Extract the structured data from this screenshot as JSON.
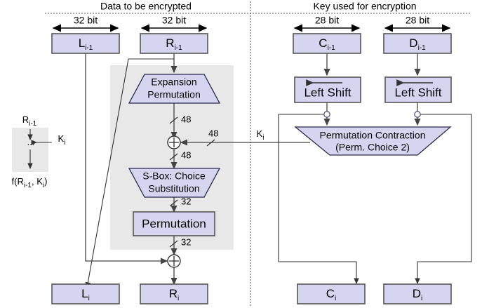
{
  "headers": {
    "left": "Data to be encrypted",
    "right": "Key used for encryption"
  },
  "widths": {
    "l_prev": "32 bit",
    "r_prev": "32 bit",
    "c_prev": "28 bit",
    "d_prev": "28 bit"
  },
  "boxes": {
    "l_prev": {
      "main": "L",
      "sub": "i-1"
    },
    "r_prev": {
      "main": "R",
      "sub": "i-1"
    },
    "c_prev": {
      "main": "C",
      "sub": "i-1"
    },
    "d_prev": {
      "main": "D",
      "sub": "i-1"
    },
    "l_next": {
      "main": "L",
      "sub": "i"
    },
    "r_next": {
      "main": "R",
      "sub": "i"
    },
    "c_next": {
      "main": "C",
      "sub": "i"
    },
    "d_next": {
      "main": "D",
      "sub": "i"
    },
    "permutation": "Permutation",
    "left_shift_c": "Left Shift",
    "left_shift_d": "Left Shift"
  },
  "trapezoids": {
    "expansion": {
      "line1": "Expansion",
      "line2": "Permutation"
    },
    "sbox": {
      "line1": "S-Box: Choice",
      "line2": "Substitution"
    },
    "perm_contraction": {
      "line1": "Permutation Contraction",
      "line2": "(Perm. Choice 2)"
    }
  },
  "bit_labels": {
    "expansion_out": "48",
    "xor_key_in": "48",
    "xor_out": "48",
    "sbox_out": "32",
    "perm_out": "32"
  },
  "key_label": {
    "main": "K",
    "sub": "i"
  },
  "legend": {
    "top": {
      "main": "R",
      "sub": "i-1"
    },
    "dots": "...",
    "key": {
      "main": "K",
      "sub": "i"
    },
    "bottom_prefix": "f(R",
    "bottom_sub1": "i-1",
    "bottom_mid": ", K",
    "bottom_sub2": "i",
    "bottom_suffix": ")"
  },
  "colors": {
    "box_fill": "#d5d5ef",
    "box_stroke": "#555555",
    "gray_zone": "#e8e8e8",
    "wire": "#444444",
    "background": "#ffffff"
  }
}
